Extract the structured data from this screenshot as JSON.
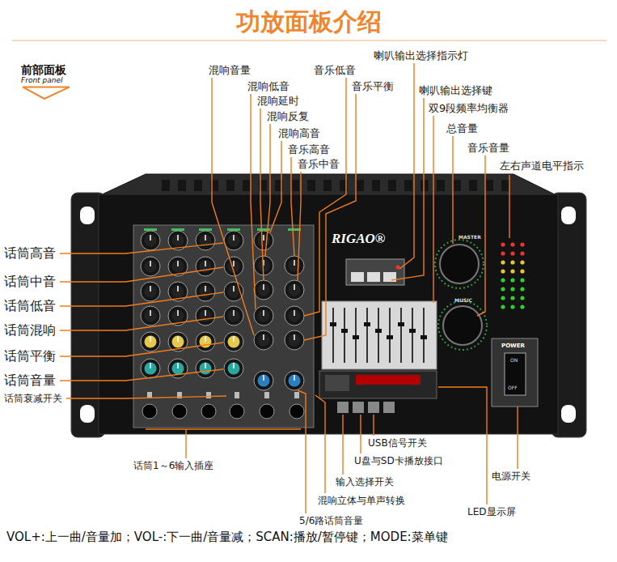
{
  "diagram": {
    "title": "功放面板介绍",
    "caption": "VOL+:上一曲/音量加；VOL-:下一曲/音量减；SCAN:播放/暂停键；MODE:菜单键",
    "nodes": [
      {
        "text": [
          "前部面板",
          "Front panel"
        ]
      }
    ],
    "labels": [
      "喇叭输出选择指示灯",
      "混响音量",
      "音乐低音",
      "混响低音",
      "音乐平衡",
      "喇叭输出选择键",
      "混响延时",
      "双9段频率均衡器",
      "混响反复",
      "总音量",
      "混响高音",
      "音乐音量",
      "音乐高音",
      "音乐中音",
      "左右声道电平指示",
      "RIGAO®",
      "MASTER",
      "MUSIC",
      "POWER",
      "ON",
      "OFF",
      "话筒高音",
      "话筒中音",
      "话筒低音",
      "话筒混响",
      "话筒平衡",
      "话筒音量",
      "话筒衰减开关",
      "USB信号开关",
      "U盘与SD卡播放接口",
      "话筒1～6输入插座",
      "电源开关",
      "输入选择开关",
      "混响立体与单声转换",
      "LED显示屏",
      "5/6路话筒音量"
    ]
  }
}
